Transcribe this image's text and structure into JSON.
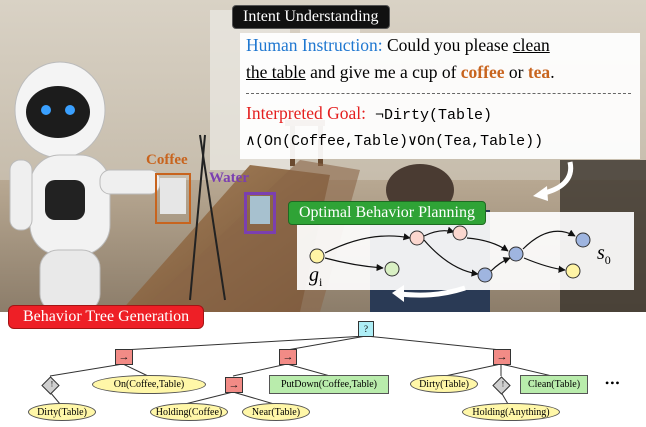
{
  "intent_banner": "Intent Understanding",
  "instruction": {
    "prefix": "Human Instruction:",
    "t1": " Could you please ",
    "u1": "clean",
    "u2": "the table",
    "t2": "  and give me a cup of ",
    "coffee": "coffee",
    "or": " or ",
    "tea": "tea",
    "end": "."
  },
  "goal": {
    "prefix": "Interpreted Goal:",
    "line1": " ¬Dirty(Table)",
    "line2": "∧(On(Coffee,Table)∨On(Tea,Table))"
  },
  "scene_labels": {
    "coffee": "Coffee",
    "water": "Water"
  },
  "planning_banner": "Optimal Behavior Planning",
  "planning_graph": {
    "start": "g",
    "start_sub": "i",
    "goal": "s",
    "goal_sub": "0"
  },
  "bt_banner": "Behavior Tree Generation",
  "tree": {
    "root": "?",
    "sequence_symbol": "→",
    "inverter_symbol": "!",
    "ellipsis": "•••",
    "conditions": {
      "on_coffee_table": "On(Coffee,Table)",
      "dirty_table_1": "Dirty(Table)",
      "holding_coffee": "Holding(Coffee)",
      "near_table": "Near(Table)",
      "dirty_table_2": "Dirty(Table)",
      "holding_anything": "Holding(Anything)"
    },
    "actions": {
      "putdown": "PutDown(Coffee,Table)",
      "clean": "Clean(Table)"
    }
  },
  "colors": {
    "banner_dark": "#1a1a1a",
    "banner_green": "#2fa336",
    "banner_red": "#ee1f26",
    "instruction_blue": "#1f77d0",
    "goal_red": "#e41f1f",
    "coffee_orange": "#c8641e",
    "water_purple": "#7b3fb0",
    "condition_fill": "#fff7a8",
    "action_fill": "#b9ecac",
    "sequence_fill": "#f28b86",
    "selector_fill": "#aeeef6"
  }
}
